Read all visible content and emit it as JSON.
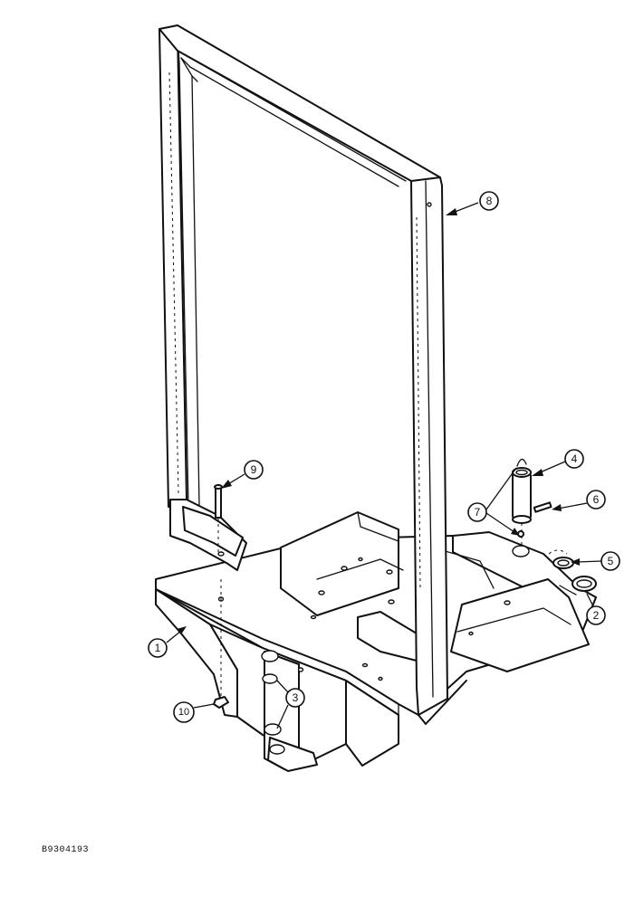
{
  "figure": {
    "id": "B9304193"
  },
  "callouts": [
    {
      "key": "c1",
      "label": "1"
    },
    {
      "key": "c2",
      "label": "2"
    },
    {
      "key": "c3",
      "label": "3"
    },
    {
      "key": "c4",
      "label": "4"
    },
    {
      "key": "c5",
      "label": "5"
    },
    {
      "key": "c6",
      "label": "6"
    },
    {
      "key": "c7",
      "label": "7"
    },
    {
      "key": "c8",
      "label": "8"
    },
    {
      "key": "c9",
      "label": "9"
    },
    {
      "key": "c10",
      "label": "10"
    }
  ]
}
